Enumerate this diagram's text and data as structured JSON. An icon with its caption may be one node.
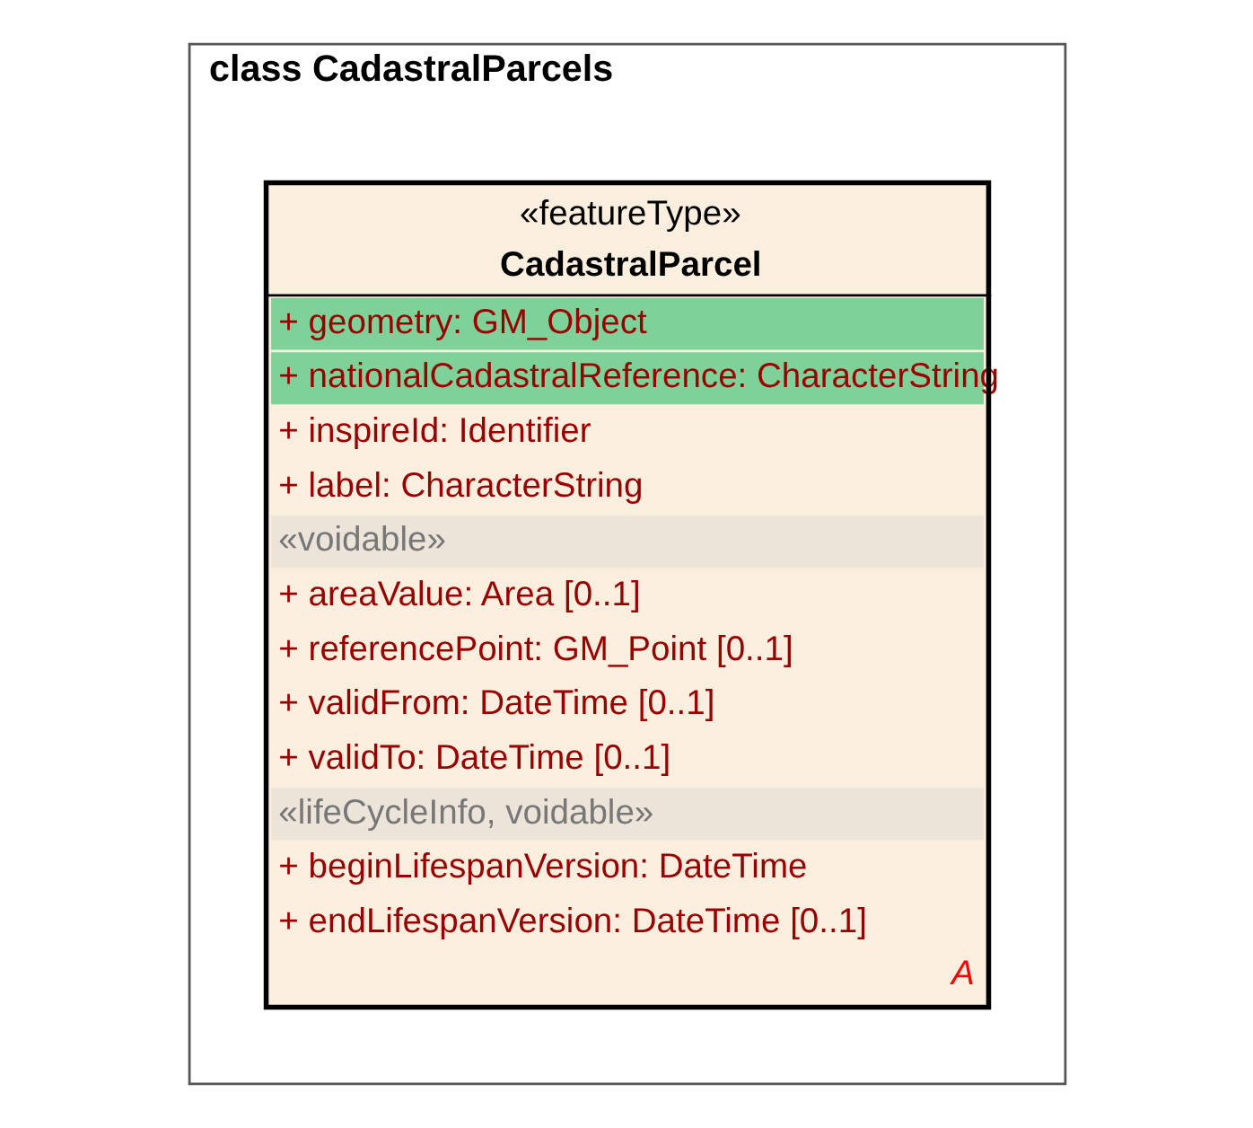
{
  "diagram": {
    "nodes": [
      {
        "text": [
          "class CadastralParcels"
        ]
      },
      {
        "text": [
          "«featureType»",
          "CadastralParcel",
          "+ geometry: GM_Object",
          "+ nationalCadastralReference: CharacterString",
          "+ inspireId: Identifier",
          "+ label: CharacterString",
          "«voidable»",
          "+ areaValue: Area [0..1]",
          "+ referencePoint: GM_Point [0..1]",
          "+ validFrom: DateTime [0..1]",
          "+ validTo: DateTime [0..1]",
          "«lifeCycleInfo, voidable»",
          "+ beginLifespanVersion: DateTime",
          "+ endLifespanVersion: DateTime [0..1]",
          "A"
        ],
        "in": 0
      }
    ],
    "edges": []
  }
}
